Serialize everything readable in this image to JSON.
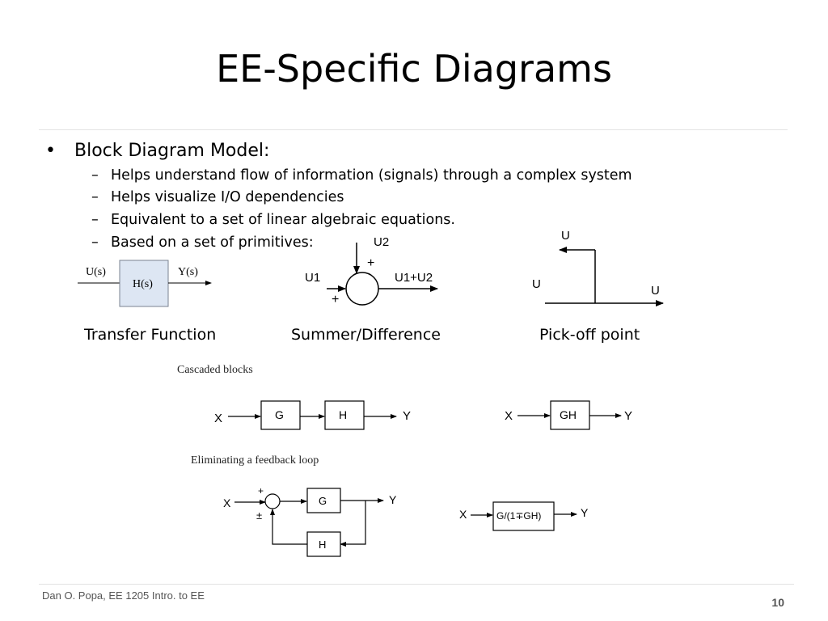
{
  "slide": {
    "title": "EE-Specific Diagrams",
    "bullet": "Block Diagram Model:",
    "sub_bullets": [
      "Helps understand flow of information (signals) through a complex system",
      "Helps visualize I/O dependencies",
      "Equivalent to a set of linear algebraic equations.",
      "Based on a set of primitives:"
    ],
    "bullet_glyph": "•",
    "dash_glyph": "–"
  },
  "transfer": {
    "input": "U(s)",
    "block": "H(s)",
    "output": "Y(s)",
    "caption": "Transfer Function"
  },
  "summer": {
    "top": "U2",
    "top_sign": "+",
    "left": "U1",
    "left_sign": "+",
    "output": "U1+U2",
    "caption": "Summer/Difference"
  },
  "pickoff": {
    "top": "U",
    "left": "U",
    "right": "U",
    "caption": "Pick-off point"
  },
  "cascade": {
    "heading": "Cascaded blocks",
    "x": "X",
    "g": "G",
    "h": "H",
    "y": "Y",
    "x2": "X",
    "gh": "GH",
    "y2": "Y"
  },
  "feedback": {
    "heading": "Eliminating a feedback loop",
    "x": "X",
    "plus": "+",
    "pm": "±",
    "g": "G",
    "h": "H",
    "y": "Y",
    "x2": "X",
    "result": "G/(1∓GH)",
    "y2": "Y"
  },
  "footer": {
    "author": "Dan O. Popa, EE 1205 Intro. to EE",
    "page": "10"
  }
}
